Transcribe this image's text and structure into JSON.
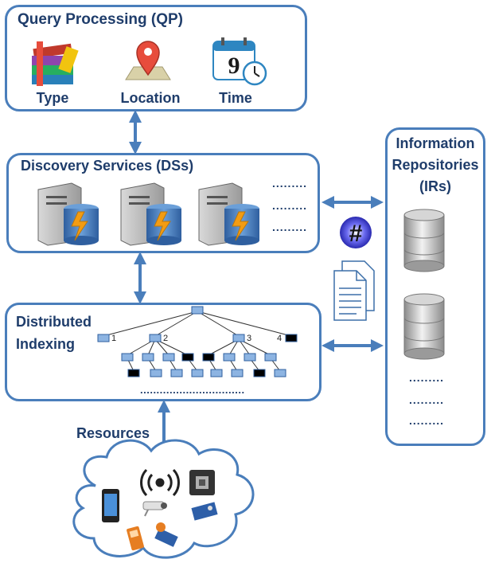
{
  "query_processing": {
    "title": "Query Processing (QP)",
    "items": [
      "Type",
      "Location",
      "Time"
    ],
    "calendar_day": "9"
  },
  "discovery_services": {
    "title": "Discovery Services (DSs)",
    "dots": [
      ".........",
      ".........",
      "........."
    ]
  },
  "distributed_indexing": {
    "title_line1": "Distributed",
    "title_line2": "Indexing",
    "node_labels": [
      "1",
      "2",
      "3",
      "4"
    ],
    "dots": "................................"
  },
  "resources": {
    "label": "Resources"
  },
  "information_repositories": {
    "title_line1": "Information",
    "title_line2": "Repositories",
    "title_line3": "(IRs)",
    "dots": [
      ".........",
      ".........",
      "........."
    ]
  },
  "hash_symbol": "#",
  "colors": {
    "border": "#4a7ebb",
    "arrow": "#4a7ebb",
    "title_text": "#1f3d6b",
    "tree_node": "#8db4e2",
    "tree_node_dark": "#000000"
  }
}
